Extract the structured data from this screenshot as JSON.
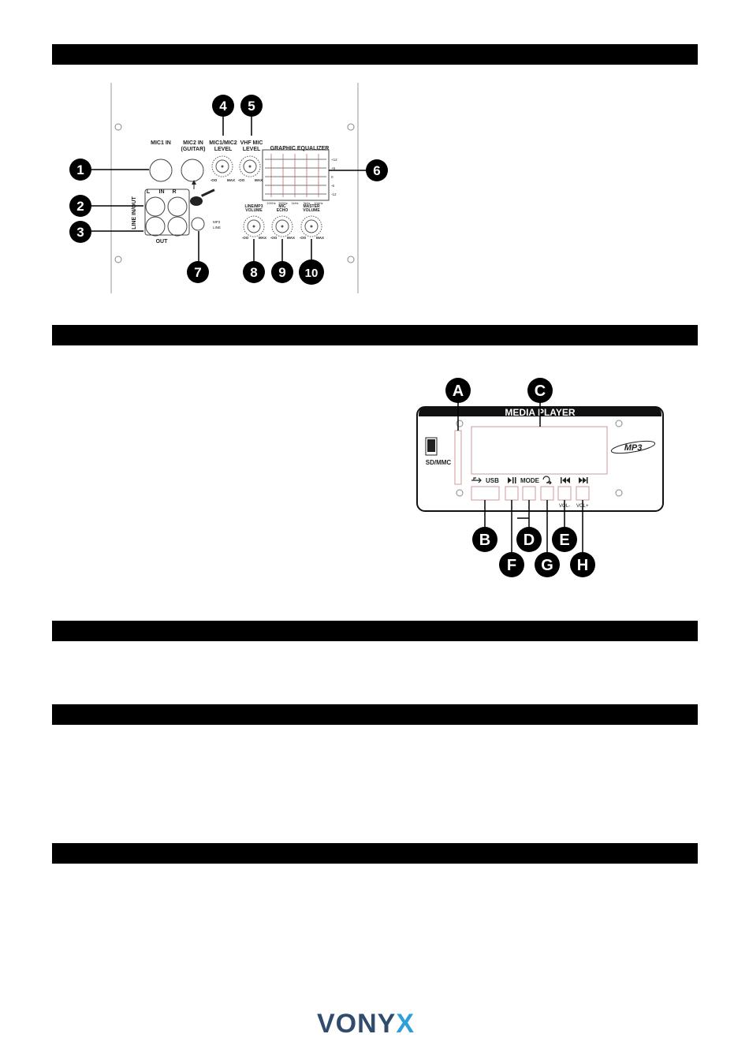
{
  "rear_panel": {
    "callouts": [
      "1",
      "2",
      "3",
      "4",
      "5",
      "6",
      "7",
      "8",
      "9",
      "10"
    ],
    "mic1_label": "MIC1 IN",
    "mic2_label_1": "MIC2 IN",
    "mic2_label_2": "(GUITAR)",
    "mic_level_1": "MIC1/MIC2",
    "mic_level_2": "LEVEL",
    "vhf_level_1": "VHF MIC",
    "vhf_level_2": "LEVEL",
    "eq_title": "GRAPHIC EQUALIZER",
    "eq_scale": [
      "+12",
      "+6",
      "0",
      "-6",
      "-12"
    ],
    "eq_bands": [
      "100Hz",
      "300Hz",
      "1kHz",
      "3kHz",
      "10kHz"
    ],
    "line_l": "L",
    "line_in": "IN",
    "line_r": "R",
    "line_inout": "LINE IN/OUT",
    "line_out": "OUT",
    "switch_mp3": "MP3",
    "switch_line": "LINE",
    "vol1_1": "LINE/MP3",
    "vol1_2": "VOLUME",
    "vol2_1": "MIC",
    "vol2_2": "ECHO",
    "vol3_1": "MASTER",
    "vol3_2": "VOLUME",
    "min_label": "-OO",
    "max_label": "MAX"
  },
  "media_player": {
    "title": "MEDIA PLAYER",
    "callouts": [
      "A",
      "B",
      "C",
      "D",
      "E",
      "F",
      "G",
      "H"
    ],
    "sd_label": "SD/MMC",
    "mp3_logo": "MP3",
    "usb_label": "USB",
    "mode_label": "MODE",
    "vol_minus": "VOL-",
    "vol_plus": "VOL+"
  },
  "footer": {
    "brand_main": "VONY",
    "brand_accent": "X"
  }
}
